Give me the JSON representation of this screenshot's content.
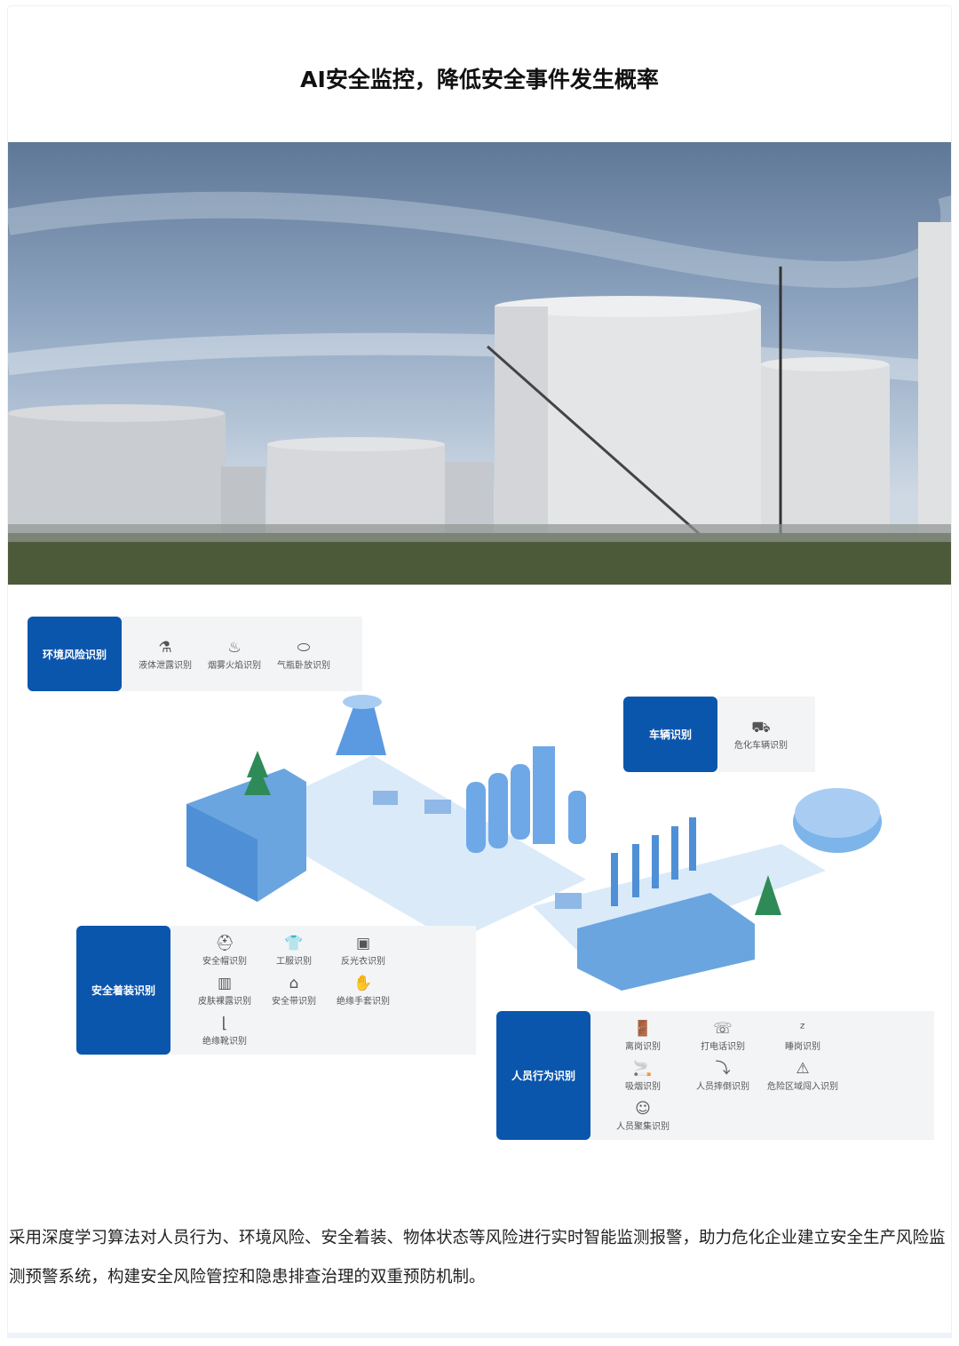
{
  "title": "AI安全监控，降低安全事件发生概率",
  "cards": {
    "env": {
      "title": "环境风险识别",
      "items": [
        {
          "icon": "liquid-leak-icon",
          "label": "液体泄露识别"
        },
        {
          "icon": "smoke-fire-icon",
          "label": "烟雾火焰识别"
        },
        {
          "icon": "gas-cylinder-icon",
          "label": "气瓶卧放识别"
        }
      ]
    },
    "vehicle": {
      "title": "车辆识别",
      "items": [
        {
          "icon": "hazmat-truck-icon",
          "label": "危化车辆识别"
        }
      ]
    },
    "wear": {
      "title": "安全着装识别",
      "items": [
        {
          "icon": "helmet-icon",
          "label": "安全帽识别"
        },
        {
          "icon": "uniform-icon",
          "label": "工服识别"
        },
        {
          "icon": "vest-icon",
          "label": "反光衣识别"
        },
        {
          "icon": "skin-icon",
          "label": "皮肤裸露识别"
        },
        {
          "icon": "safety-belt-icon",
          "label": "安全带识别"
        },
        {
          "icon": "glove-icon",
          "label": "绝缘手套识别"
        },
        {
          "icon": "boot-icon",
          "label": "绝缘靴识别"
        }
      ]
    },
    "behavior": {
      "title": "人员行为识别",
      "items": [
        {
          "icon": "leave-post-icon",
          "label": "离岗识别"
        },
        {
          "icon": "phone-call-icon",
          "label": "打电话识别"
        },
        {
          "icon": "sleep-icon",
          "label": "睡岗识别"
        },
        {
          "icon": "smoking-icon",
          "label": "吸烟识别"
        },
        {
          "icon": "fall-icon",
          "label": "人员摔倒识别"
        },
        {
          "icon": "intrusion-icon",
          "label": "危险区域闯入识别"
        },
        {
          "icon": "crowd-icon",
          "label": "人员聚集识别"
        }
      ]
    }
  },
  "description": "采用深度学习算法对人员行为、环境风险、安全着装、物体状态等风险进行实时智能监测报警，助力危化企业建立安全生产风险监测预警系统，构建安全风险管控和隐患排查治理的双重预防机制。",
  "colors": {
    "accent": "#0b56ad",
    "panel": "#f3f4f6"
  }
}
